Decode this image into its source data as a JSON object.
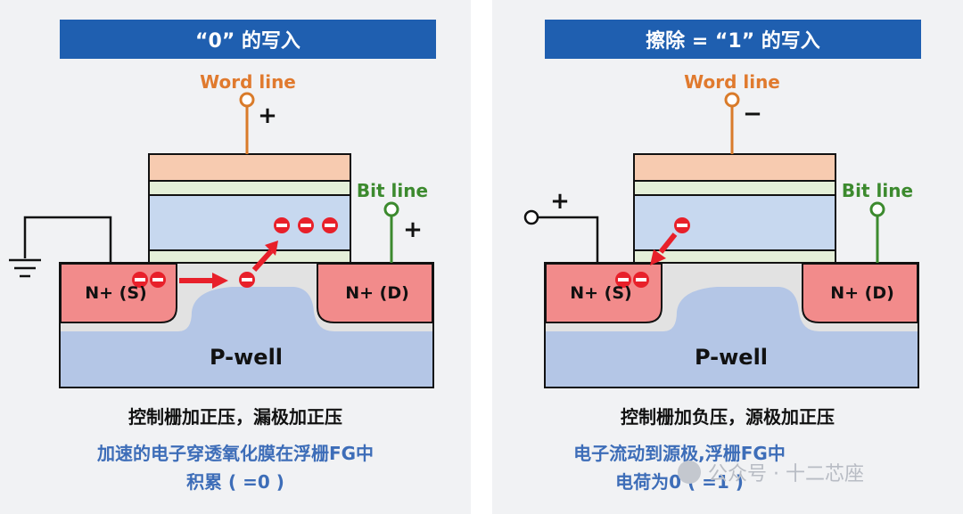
{
  "colors": {
    "title_bg": "#1f5fb0",
    "n_region": "#f28b8b",
    "p_well": "#b4c6e6",
    "channel": "#a9bfe4",
    "word_line": "#d97b2a",
    "bit_line": "#3c8a2e",
    "electron": "#e8202a",
    "arrow": "#e8202a",
    "gate_top": "#f7cbb0",
    "gate_mid": "#c7d8ef",
    "gate_thin": "#e4efd8",
    "caption_blue": "#3d6db8"
  },
  "left": {
    "title": "“0” 的写入",
    "word_line_label": "Word line",
    "word_line_sign": "+",
    "bit_line_label": "Bit line",
    "bit_line_sign": "+",
    "source_label": "N+ (S)",
    "drain_label": "N+ (D)",
    "pwell_label": "P-well",
    "caption_1": "控制栅加正压，漏极加正压",
    "caption_2": "加速的电子穿透氧化膜在浮栅FG中",
    "caption_3": "积累 ( =0 )"
  },
  "right": {
    "title": "擦除 = “1” 的写入",
    "word_line_label": "Word line",
    "word_line_sign": "−",
    "bit_line_label": "Bit line",
    "source_sign": "+",
    "source_label": "N+ (S)",
    "drain_label": "N+ (D)",
    "pwell_label": "P-well",
    "caption_1": "控制栅加负压，源极加正压",
    "caption_2": "电子流动到源极,浮栅FG中",
    "caption_3": "电荷为0 ( =1 )"
  },
  "watermark": "公众号 · 十二芯座"
}
